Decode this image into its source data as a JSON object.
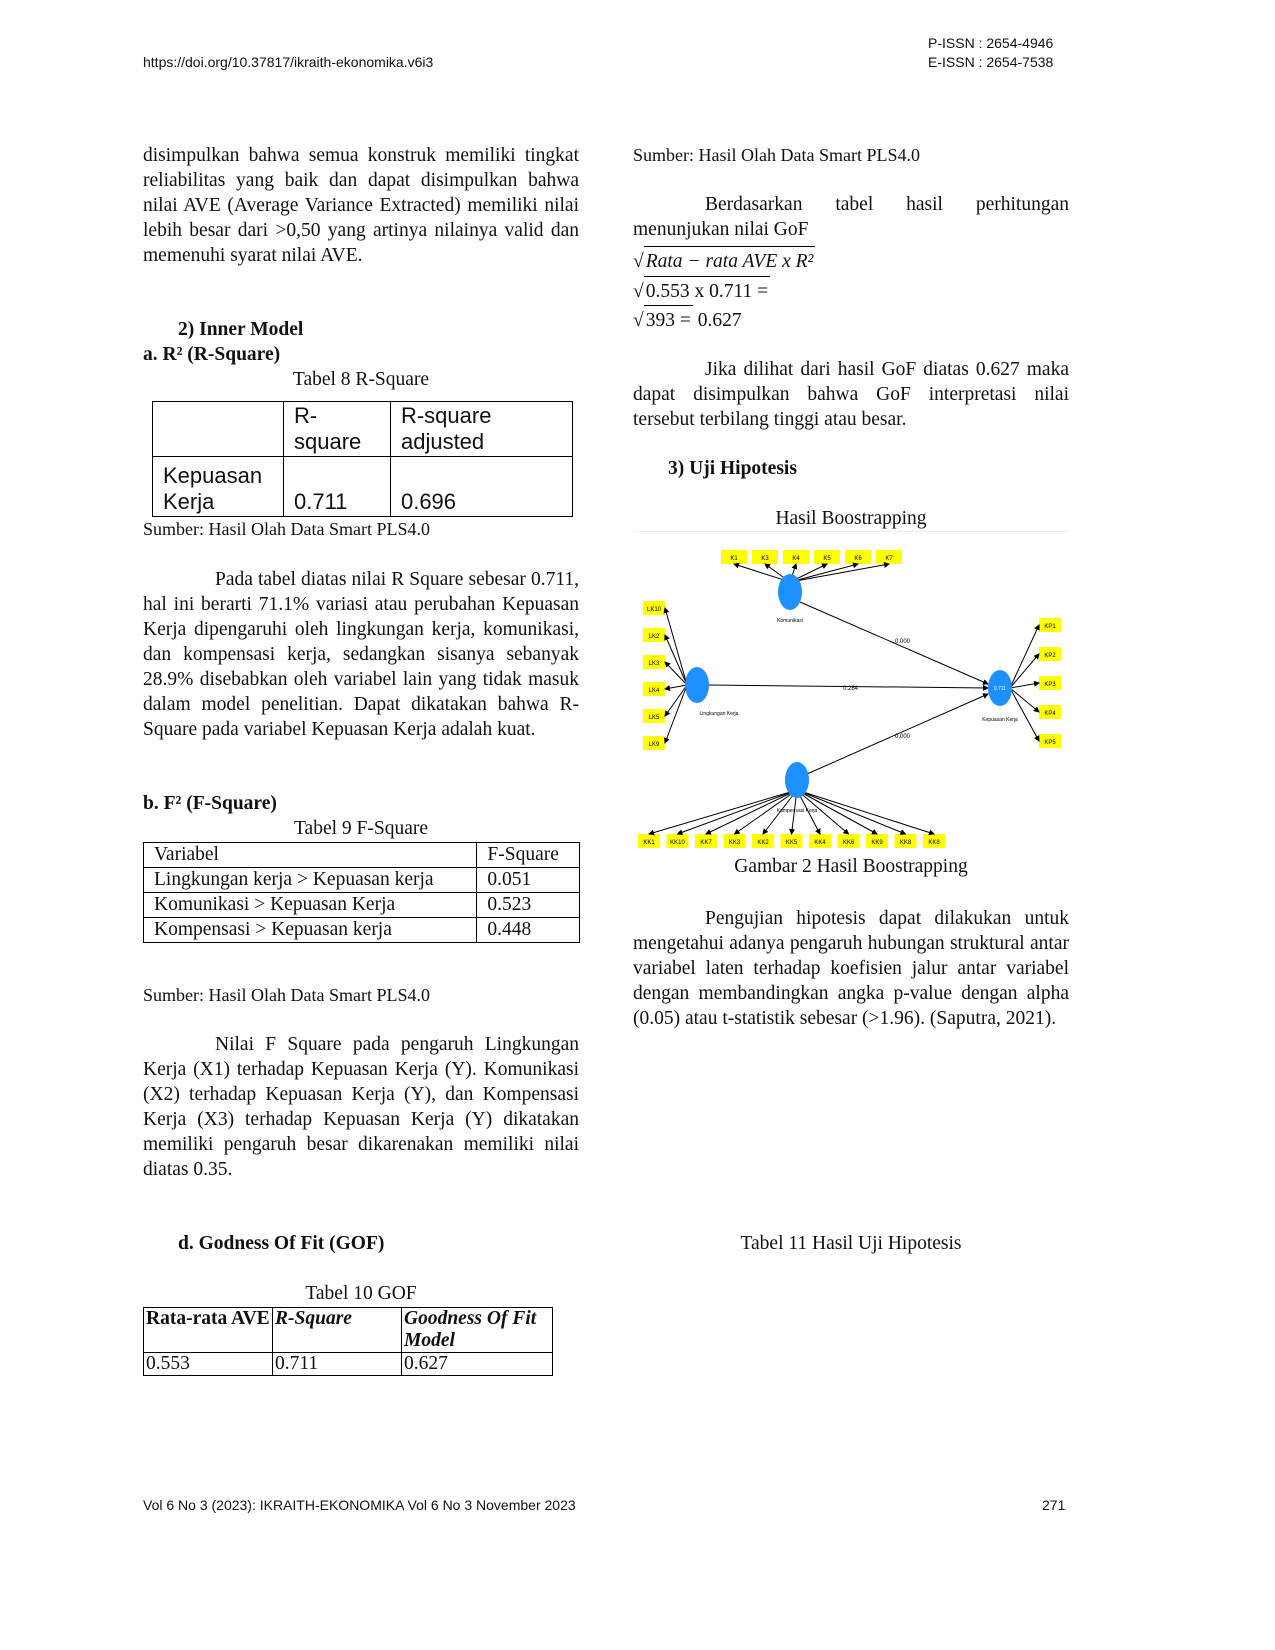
{
  "header": {
    "doi": "https://doi.org/10.37817/ikraith-ekonomika.v6i3",
    "pissn": "P-ISSN : 2654-4946",
    "eissn": "E-ISSN : 2654-7538"
  },
  "left": {
    "p1": "disimpulkan bahwa semua konstruk memiliki tingkat reliabilitas yang baik dan dapat disimpulkan bahwa nilai AVE (Average Variance Extracted) memiliki nilai lebih besar dari >0,50 yang artinya nilainya valid dan memenuhi syarat nilai AVE.",
    "h_inner": "2)   Inner Model",
    "h_r2": "a. R² (R-Square)",
    "t8_caption": "Tabel 8 R-Square",
    "t8": {
      "headers": [
        "",
        "R-square",
        "R-square adjusted"
      ],
      "row": [
        "Kepuasan Kerja",
        "0.711",
        "0.696"
      ]
    },
    "source1": "Sumber: Hasil Olah Data Smart PLS4.0",
    "p2": "Pada tabel diatas nilai R Square sebesar 0.711, hal ini berarti 71.1% variasi atau perubahan Kepuasan Kerja dipengaruhi oleh lingkungan kerja, komunikasi, dan kompensasi kerja, sedangkan sisanya sebanyak 28.9% disebabkan oleh variabel lain yang tidak masuk dalam model penelitian. Dapat dikatakan bahwa R-Square pada variabel Kepuasan Kerja adalah kuat.",
    "h_f2": "b. F² (F-Square)",
    "t9_caption": "Tabel 9 F-Square",
    "t9": {
      "headers": [
        "Variabel",
        "F-Square"
      ],
      "rows": [
        [
          "Lingkungan kerja > Kepuasan kerja",
          "0.051"
        ],
        [
          "Komunikasi > Kepuasan Kerja",
          "0.523"
        ],
        [
          "Kompensasi > Kepuasan kerja",
          "0.448"
        ]
      ]
    },
    "source2": "Sumber: Hasil Olah Data Smart PLS4.0",
    "p3": "Nilai F Square pada pengaruh Lingkungan Kerja (X1) terhadap Kepuasan Kerja (Y). Komunikasi (X2) terhadap Kepuasan Kerja (Y), dan Kompensasi Kerja (X3) terhadap Kepuasan Kerja (Y) dikatakan memiliki pengaruh besar dikarenakan memiliki nilai diatas 0.35.",
    "h_gof": "d.   Godness Of Fit (GOF)",
    "t10_caption": "Tabel 10 GOF",
    "t10": {
      "headers": [
        "Rata-rata AVE",
        "R-Square",
        "Goodness Of Fit Model"
      ],
      "row": [
        "0.553",
        "0.711",
        "0.627"
      ]
    }
  },
  "right": {
    "source0": "Sumber: Hasil Olah Data Smart PLS4.0",
    "p1": "Berdasarkan tabel hasil perhitungan menunjukan nilai GoF",
    "f1": "Rata − rata AVE x R²",
    "f2": "0.553 x 0.711 =",
    "f3a": "393 =",
    "f3b": " 0.627",
    "p2": "Jika dilihat dari hasil GoF diatas 0.627 maka dapat disimpulkan bahwa GoF interpretasi nilai tersebut terbilang tinggi atau besar.",
    "h_uji": "3)   Uji Hipotesis",
    "fig_title": "Hasil Boostrapping",
    "fig_caption": "Gambar 2 Hasil Boostrapping",
    "diagram": {
      "komunikasi": "Komunikasi",
      "lingkungan": "Lingkungan Kerja",
      "kompensasi": "Kompensasi Kerja",
      "kepuasan": "Kepuasan Kerja",
      "r2": "0.711",
      "k_items": [
        "K1",
        "K3",
        "K4",
        "K5",
        "K6",
        "K7"
      ],
      "l_items": [
        "LK10",
        "LK2",
        "LK3",
        "LK4",
        "LK5",
        "LK9"
      ],
      "kp_items": [
        "KP1",
        "KP2",
        "KP3",
        "KP4",
        "KP5"
      ],
      "kk_items": [
        "KK1",
        "KK10",
        "KK7",
        "KK3",
        "KK2",
        "KK5",
        "KK4",
        "KK6",
        "KK9",
        "KK8",
        "KK8"
      ],
      "paths": [
        "0.000",
        "0.284",
        "0.000"
      ]
    },
    "p3": "Pengujian hipotesis dapat dilakukan untuk mengetahui adanya pengaruh hubungan struktural antar variabel laten terhadap koefisien jalur antar variabel dengan membandingkan angka p-value dengan alpha (0.05) atau t-statistik sebesar (>1.96). (Saputra, 2021).",
    "t11_caption": "Tabel 11 Hasil Uji Hipotesis"
  },
  "footer": {
    "journal": "Vol 6 No 3 (2023): IKRAITH-EKONOMIKA Vol 6 No 3 November 2023",
    "page": "271"
  }
}
